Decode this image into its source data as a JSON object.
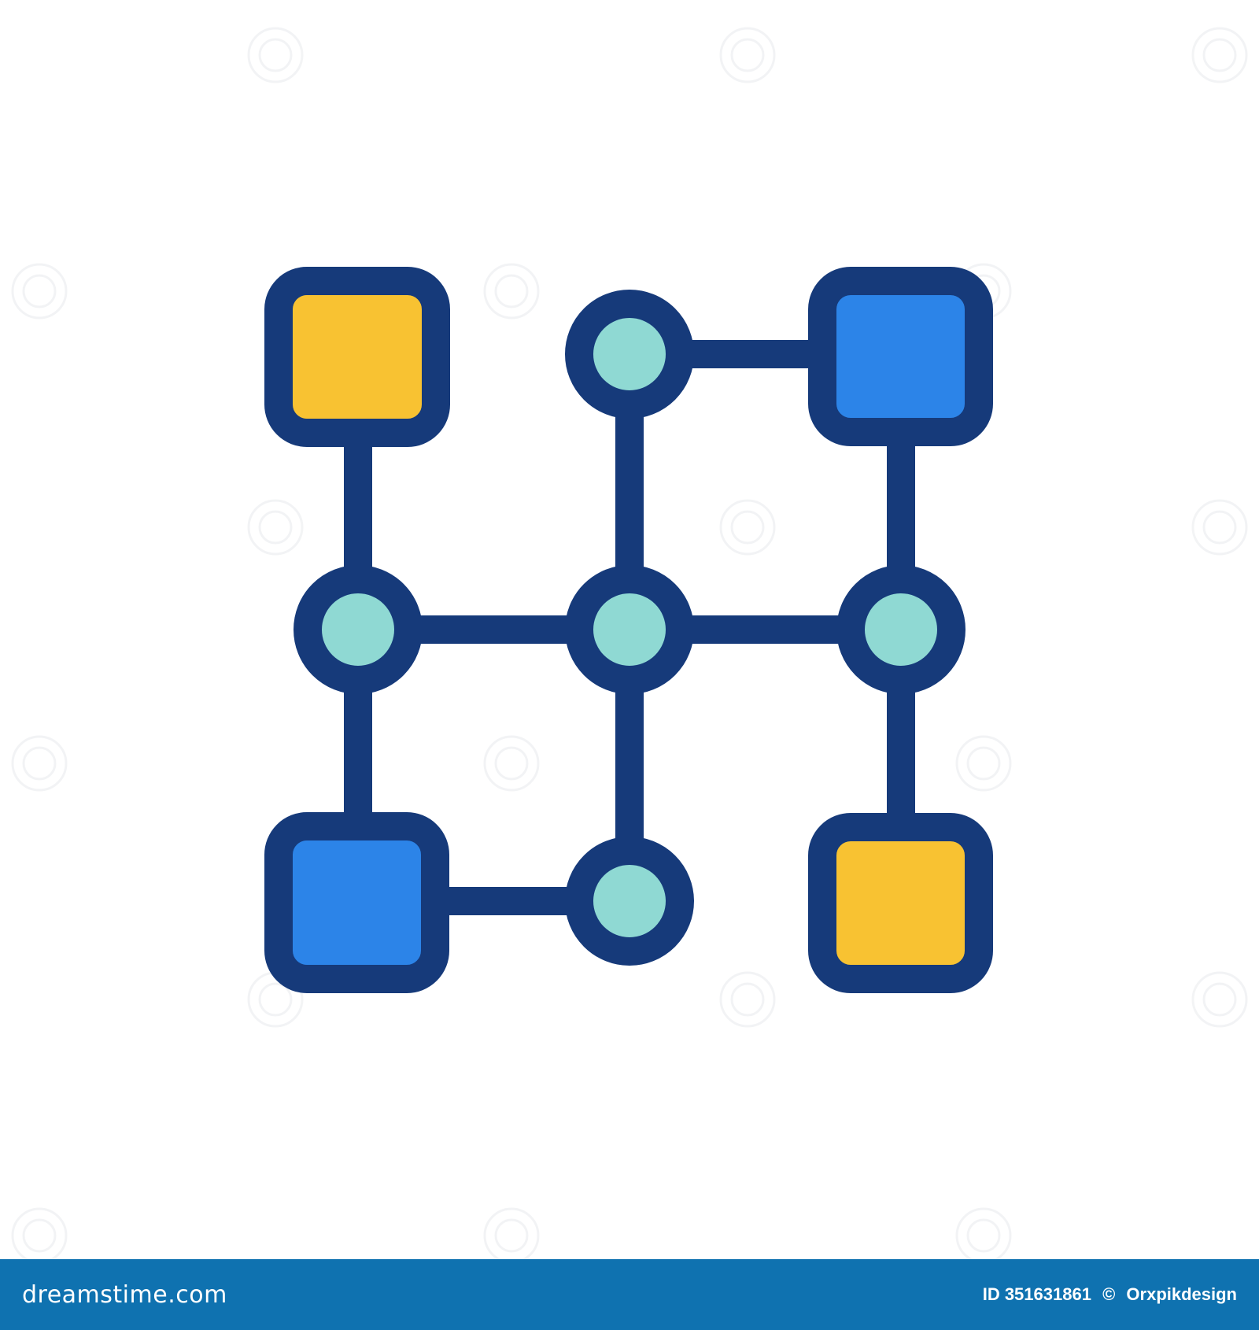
{
  "colors": {
    "background": "#ffffff",
    "outline": "#163a7a",
    "yellow": "#f8c232",
    "blue": "#2c84e8",
    "teal": "#8fd9d3",
    "footer": "#0f72b0"
  },
  "icon": {
    "name": "network-grid-icon",
    "nodes": [
      {
        "name": "square-top-left",
        "kind": "square",
        "fill": "yellow"
      },
      {
        "name": "circle-top-center",
        "kind": "circle",
        "fill": "teal"
      },
      {
        "name": "square-top-right",
        "kind": "square",
        "fill": "blue"
      },
      {
        "name": "circle-middle-left",
        "kind": "circle",
        "fill": "teal"
      },
      {
        "name": "circle-middle-center",
        "kind": "circle",
        "fill": "teal"
      },
      {
        "name": "circle-middle-right",
        "kind": "circle",
        "fill": "teal"
      },
      {
        "name": "square-bottom-left",
        "kind": "square",
        "fill": "blue"
      },
      {
        "name": "circle-bottom-center",
        "kind": "circle",
        "fill": "teal"
      },
      {
        "name": "square-bottom-right",
        "kind": "square",
        "fill": "yellow"
      }
    ]
  },
  "footer": {
    "logo_text": "dreamstime.com",
    "id_text": "ID 351631861",
    "author_text": "Orxpikdesign"
  }
}
